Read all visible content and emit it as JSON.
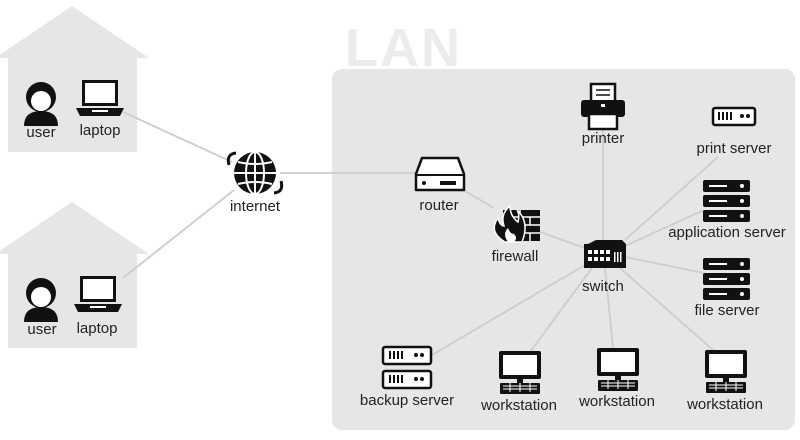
{
  "diagram": {
    "title": "LAN",
    "colors": {
      "house_fill": "#e6e6e6",
      "lan_fill": "#e6e6e6",
      "link": "#cfcfcf",
      "icon": "#111111",
      "title": "#ececec"
    },
    "houses": [
      {
        "user_label": "user",
        "laptop_label": "laptop"
      },
      {
        "user_label": "user",
        "laptop_label": "laptop"
      }
    ],
    "nodes": {
      "internet": {
        "label": "internet",
        "icon": "globe-icon"
      },
      "router": {
        "label": "router",
        "icon": "router-icon"
      },
      "firewall": {
        "label": "firewall",
        "icon": "firewall-icon"
      },
      "switch": {
        "label": "switch",
        "icon": "switch-icon"
      },
      "printer": {
        "label": "printer",
        "icon": "printer-icon"
      },
      "print_server": {
        "label": "print server",
        "icon": "print-server-icon"
      },
      "application_server": {
        "label": "application server",
        "icon": "server-rack-icon"
      },
      "file_server": {
        "label": "file server",
        "icon": "server-rack-icon"
      },
      "backup_server": {
        "label": "backup server",
        "icon": "backup-server-icon"
      },
      "workstation_1": {
        "label": "workstation",
        "icon": "monitor-icon"
      },
      "workstation_2": {
        "label": "workstation",
        "icon": "monitor-icon"
      },
      "workstation_3": {
        "label": "workstation",
        "icon": "monitor-icon"
      }
    },
    "links": [
      [
        "laptop_1",
        "internet"
      ],
      [
        "laptop_2",
        "internet"
      ],
      [
        "internet",
        "router"
      ],
      [
        "router",
        "firewall"
      ],
      [
        "firewall",
        "switch"
      ],
      [
        "switch",
        "printer"
      ],
      [
        "switch",
        "print_server"
      ],
      [
        "switch",
        "application_server"
      ],
      [
        "switch",
        "file_server"
      ],
      [
        "switch",
        "backup_server"
      ],
      [
        "switch",
        "workstation_1"
      ],
      [
        "switch",
        "workstation_2"
      ],
      [
        "switch",
        "workstation_3"
      ]
    ]
  }
}
